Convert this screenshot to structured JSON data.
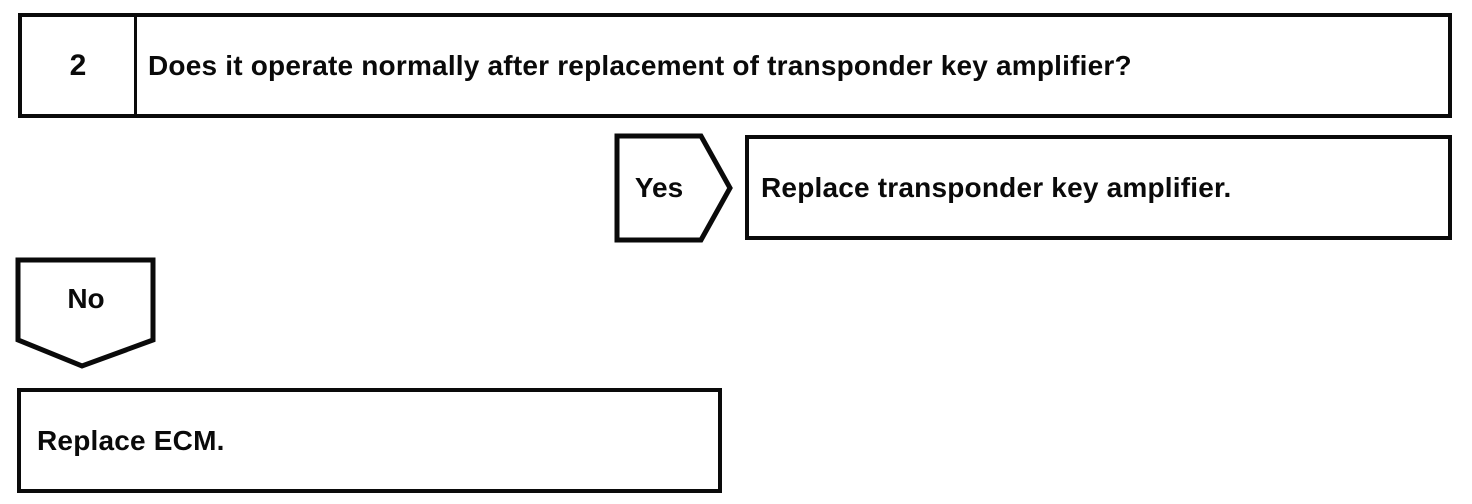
{
  "flowchart": {
    "step": {
      "number": "2",
      "question": "Does it operate normally after replacement of transponder key amplifier?"
    },
    "yes_branch": {
      "label": "Yes",
      "action": "Replace transponder key amplifier."
    },
    "no_branch": {
      "label": "No",
      "action": "Replace ECM."
    },
    "colors": {
      "line": "#000000",
      "text": "#000000",
      "background": "#ffffff"
    }
  }
}
